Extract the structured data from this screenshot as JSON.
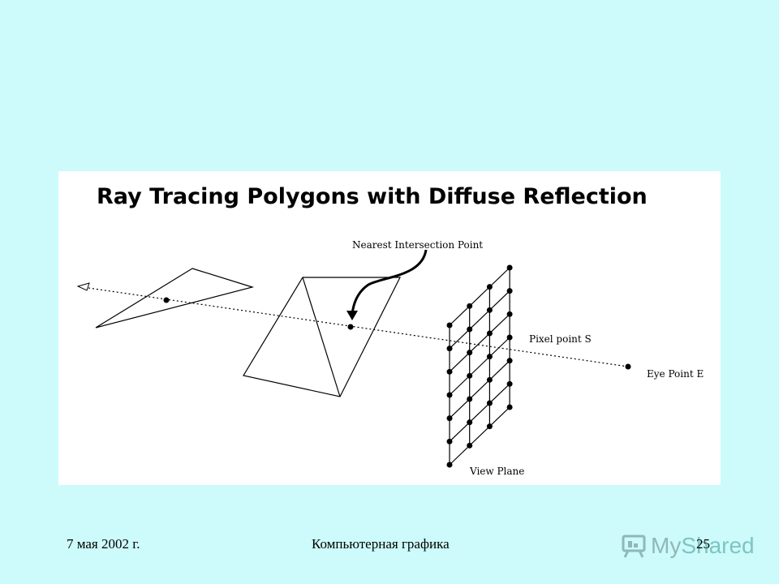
{
  "figure": {
    "title": "Ray Tracing Polygons with Diffuse Reflection",
    "labels": {
      "nearest": "Nearest Intersection Point",
      "pixel": "Pixel point S",
      "eye": "Eye Point E",
      "view_plane": "View Plane"
    }
  },
  "footer": {
    "date": "7 мая 2002 г.",
    "course": "Компьютерная графика",
    "page": "25"
  },
  "logo": {
    "part1": "My",
    "part2": "Shared"
  },
  "colors": {
    "background": "#cdfafa",
    "figure_bg": "#ffffff",
    "ink": "#000000"
  }
}
